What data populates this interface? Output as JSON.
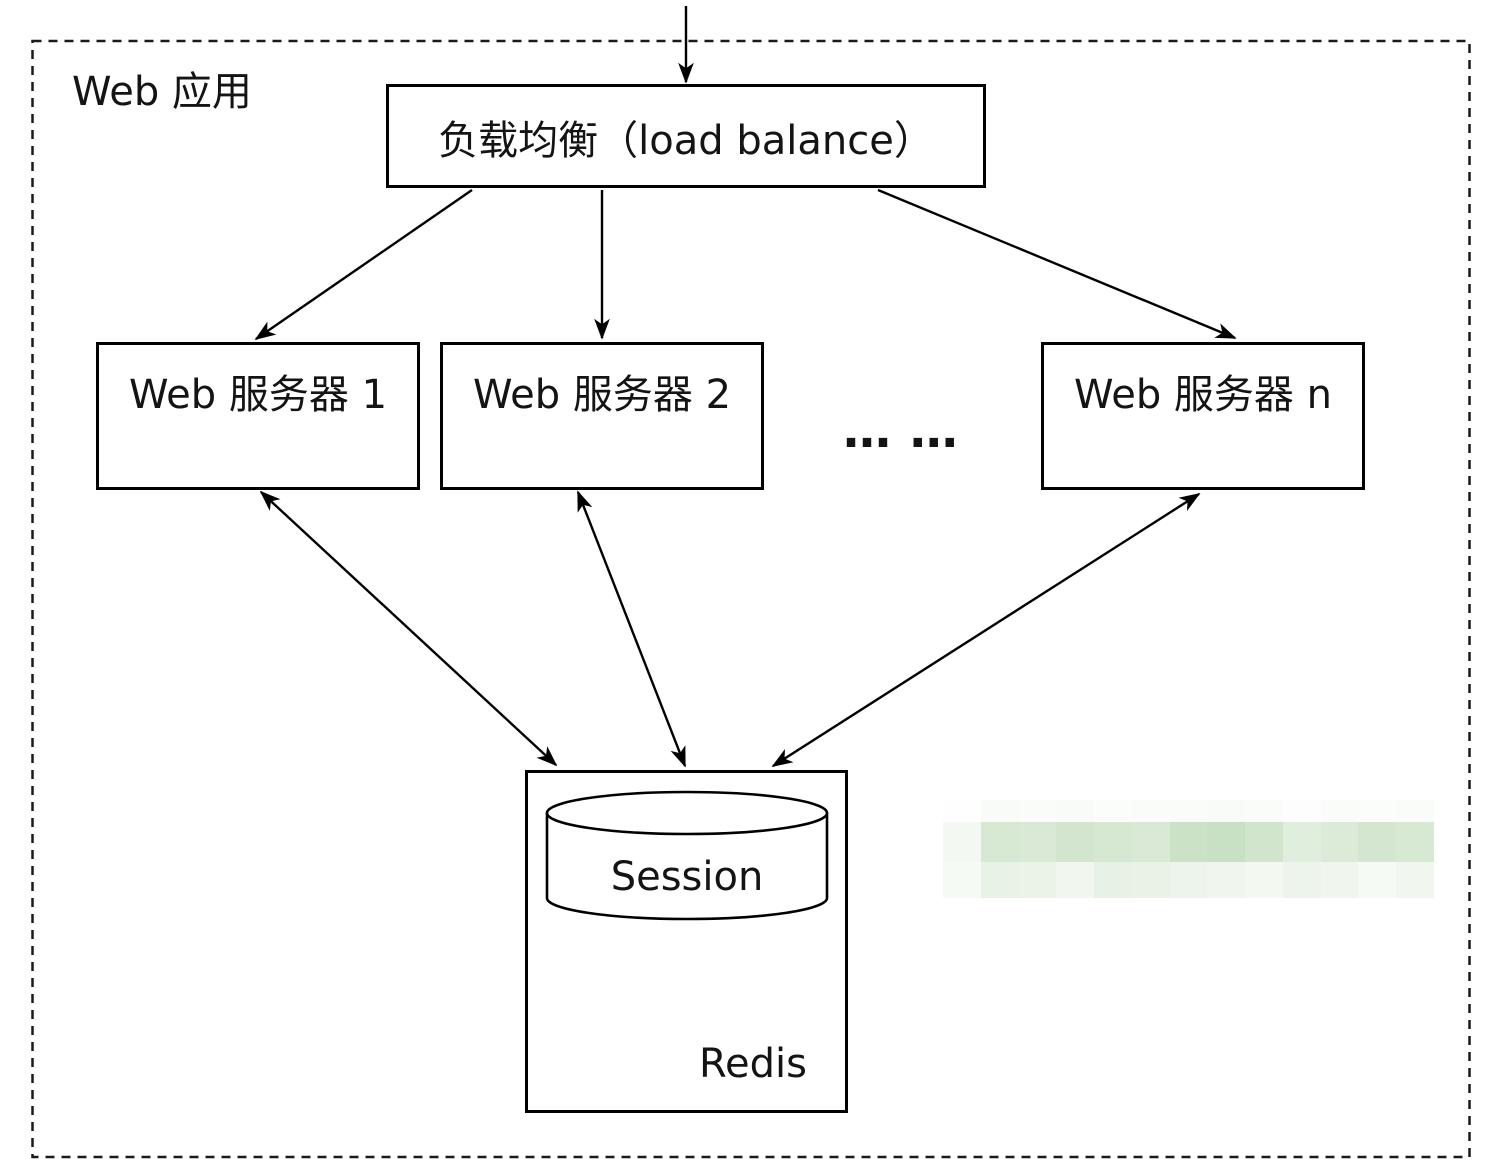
{
  "colors": {
    "stroke": "#000000",
    "background": "#ffffff",
    "text": "#141414"
  },
  "diagram": {
    "frame_label": "Web 应用",
    "load_balancer_label": "负载均衡（load balance）",
    "servers": [
      "Web 服务器 1",
      "Web 服务器 2",
      "Web 服务器 n"
    ],
    "ellipsis": "… …",
    "session_label": "Session",
    "redis_label": "Redis"
  },
  "watermark": {
    "row0": [
      "#fdfefd",
      "#f9fbf8",
      "#fafcfa",
      "#f8fbf8",
      "#fbfdfb",
      "#f9fcf9",
      "#fafcfa",
      "#f8fbf8",
      "#fafcfa",
      "#fcfdfc",
      "#f9fcf9",
      "#fbfdfb",
      "#fafcfa"
    ],
    "row1": [
      "#f3f8f2",
      "#d7e8d3",
      "#d9e9d6",
      "#d3e5cf",
      "#d6e7d2",
      "#d9e9d6",
      "#cbe2c6",
      "#c8e0c3",
      "#d1e5cd",
      "#e0eedd",
      "#dcebd7",
      "#d4e6d0",
      "#d7e8d3"
    ],
    "row2": [
      "#f5faf4",
      "#e9f2e7",
      "#ebf3e9",
      "#f1f7ef",
      "#e8f1e6",
      "#eaf2e8",
      "#edf4eb",
      "#f0f6ee",
      "#f3f8f1",
      "#edf4eb",
      "#f0f6ee",
      "#f5faf4",
      "#f1f7ef"
    ]
  }
}
